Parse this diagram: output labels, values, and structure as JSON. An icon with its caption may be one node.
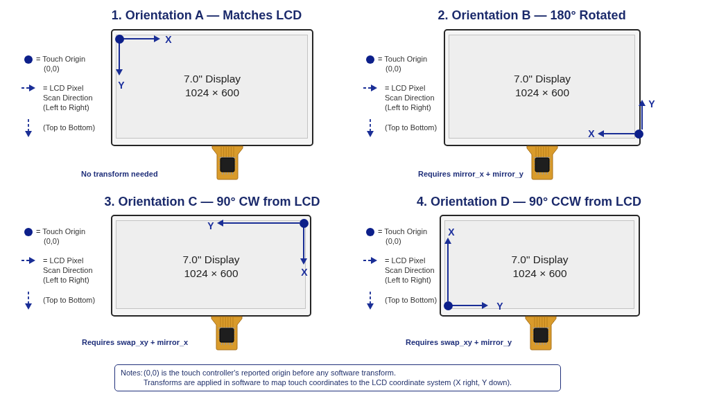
{
  "diagram": {
    "nodes": [
      {
        "text": [
          "1. Orientation A — Matches LCD",
          "7.0\" Display",
          "1024 × 600"
        ],
        "beside": [
          "No transform needed"
        ]
      },
      {
        "text": [
          "2. Orientation B — 180° Rotated",
          "7.0\" Display",
          "1024 × 600"
        ],
        "beside": [
          "Requires mirror_x + mirror_y"
        ]
      },
      {
        "text": [
          "3. Orientation C — 90° CW from LCD",
          "7.0\" Display",
          "1024 × 600"
        ],
        "beside": [
          "Requires swap_xy + mirror_x"
        ]
      },
      {
        "text": [
          "4. Orientation D — 90° CCW from LCD",
          "7.0\" Display",
          "1024 × 600"
        ],
        "beside": [
          "Requires swap_xy + mirror_y"
        ]
      },
      {
        "text": [
          "Notes:",
          "(0,0) is the touch controller's reported origin before any software transform.",
          "Transforms are applied in software to map touch coordinates to the LCD coordinate system (X right, Y down)."
        ]
      }
    ],
    "labels": [
      "X",
      "Y",
      "Y",
      "X",
      "Y",
      "X",
      "X",
      "Y"
    ],
    "legend": [
      {
        "text": "= Touch Origin (0,0)"
      },
      {
        "text": "= LCD Pixel Scan Direction (Left to Right)"
      },
      {
        "text": "(Top to Bottom)"
      },
      {
        "text": "= Touch Origin (0,0)"
      },
      {
        "text": "= LCD Pixel Scan Direction (Left to Right)"
      },
      {
        "text": "(Top to Bottom)"
      },
      {
        "text": "= Touch Origin (0,0)"
      },
      {
        "text": "= LCD Pixel Scan Direction (Left to Right)"
      },
      {
        "text": "(Top to Bottom)"
      },
      {
        "text": "= Touch Origin (0,0)"
      },
      {
        "text": "= LCD Pixel Scan Direction (Left to Right)"
      },
      {
        "text": "(Top to Bottom)"
      }
    ]
  }
}
